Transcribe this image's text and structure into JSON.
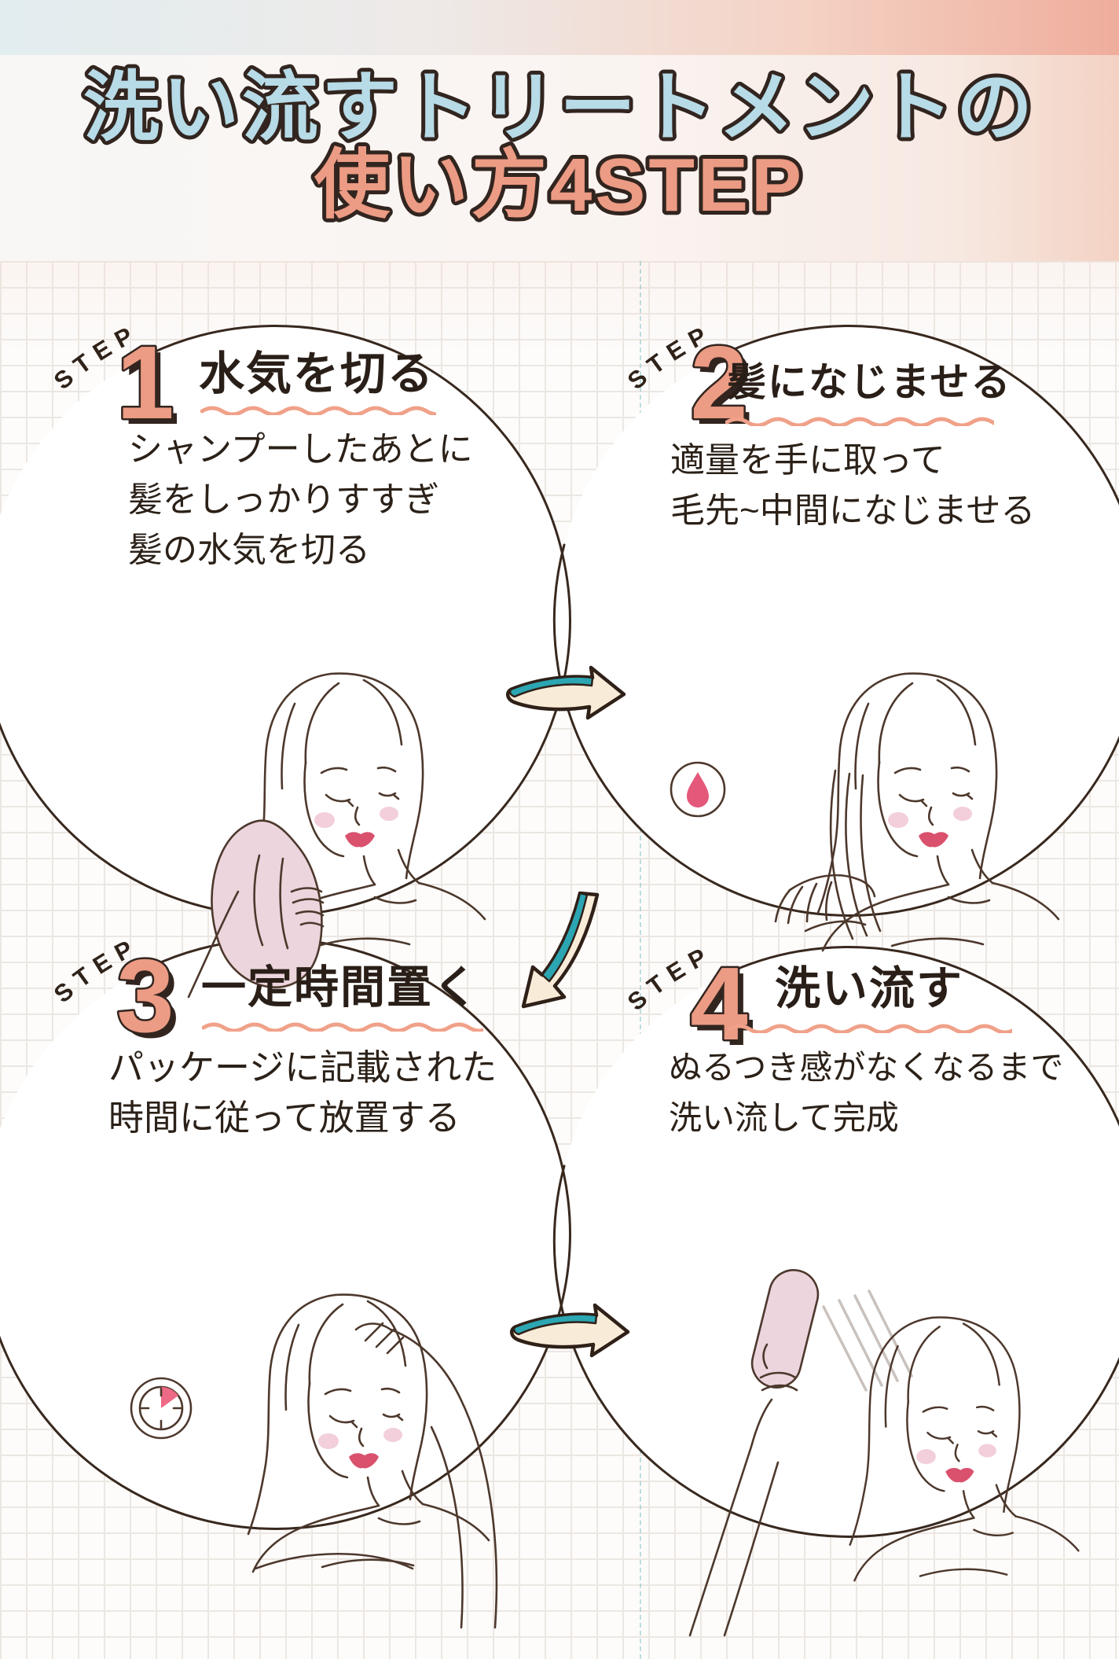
{
  "page": {
    "title_line1": "洗い流すトリートメントの",
    "title_line2": "使い方4STEP"
  },
  "colors": {
    "title_blue": "#B7DBE7",
    "accent_salmon": "#EC9B84",
    "outline_dark": "#32251F",
    "wave_salmon": "#F0A189",
    "arrow_teal": "#2BA6B2",
    "arrow_cream": "#F8ECD9",
    "line_brown": "#4D382C",
    "lip_rose": "#D9516D",
    "blush_pink": "#F2CFDB",
    "prop_pink": "#ECD5DD",
    "droplet_pink": "#E4587A"
  },
  "steps": [
    {
      "step_label": "STEP",
      "number": "1",
      "title": "水気を切る",
      "body": [
        "シャンプーしたあとに",
        "髪をしっかりすすぎ",
        "髪の水気を切る"
      ],
      "illustration": "woman-towel-drying-hair"
    },
    {
      "step_label": "STEP",
      "number": "2",
      "title": "髪になじませる",
      "body": [
        "適量を手に取って",
        "毛先~中間になじませる"
      ],
      "icon": "droplet-icon",
      "illustration": "woman-applying-treatment-to-hair"
    },
    {
      "step_label": "STEP",
      "number": "3",
      "title": "一定時間置く",
      "body": [
        "パッケージに記載された",
        "時間に従って放置する"
      ],
      "icon": "timer-icon",
      "illustration": "woman-waiting-hand-on-head"
    },
    {
      "step_label": "STEP",
      "number": "4",
      "title": "洗い流す",
      "body": [
        "ぬるつき感がなくなるまで",
        "洗い流して完成"
      ],
      "illustration": "woman-rinsing-with-shower"
    }
  ]
}
